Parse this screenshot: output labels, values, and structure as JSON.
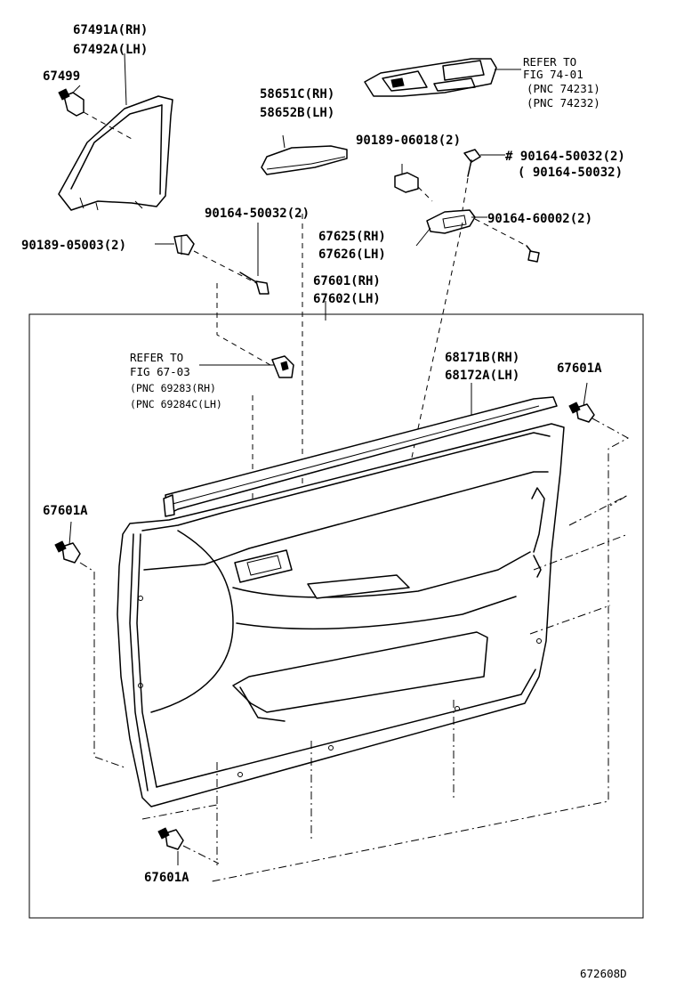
{
  "labels": {
    "l1": "67491A(RH)",
    "l2": "67492A(LH)",
    "l3": "67499",
    "l4": "REFER TO",
    "l5": "FIG 74-01",
    "l6": "(PNC 74231)",
    "l7": "(PNC 74232)",
    "l8": "58651C(RH)",
    "l9": "58652B(LH)",
    "l10": "90189-06018(2)",
    "l11": "# 90164-50032(2)",
    "l12": "( 90164-50032)",
    "l13": "90164-50032(2)",
    "l14": "90164-60002(2)",
    "l15": "90189-05003(2)",
    "l16": "67625(RH)",
    "l17": "67626(LH)",
    "l18": "67601(RH)",
    "l19": "67602(LH)",
    "l20": "REFER TO",
    "l21": "FIG 67-03",
    "l22": "(PNC 69283(RH)",
    "l23": "(PNC 69284C(LH)",
    "l24": "68171B(RH)",
    "l25": "68172A(LH)",
    "l26": "67601A",
    "l27": "67601A",
    "l28": "67601A",
    "l29": "672608D"
  }
}
